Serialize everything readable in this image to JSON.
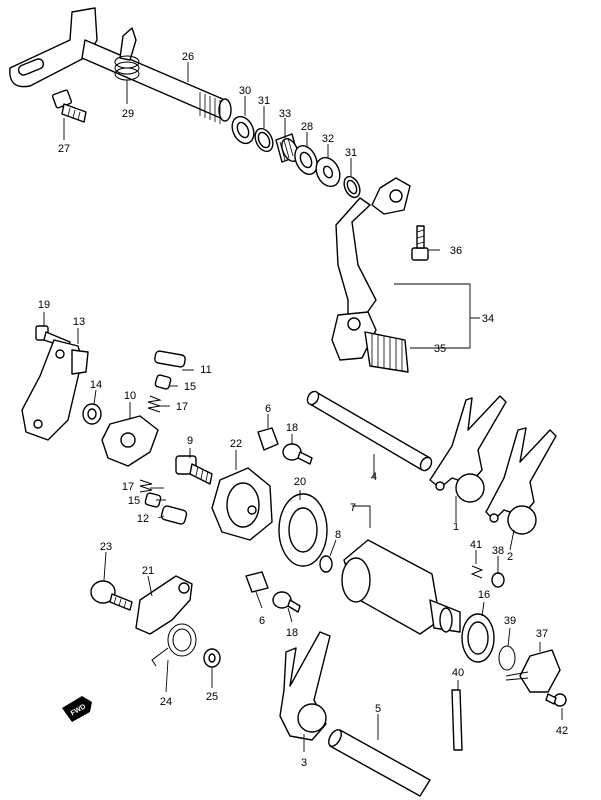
{
  "callouts": {
    "c1": "1",
    "c2": "2",
    "c3": "3",
    "c4": "4",
    "c5": "5",
    "c6a": "6",
    "c6b": "6",
    "c7": "7",
    "c8": "8",
    "c9": "9",
    "c10": "10",
    "c11": "11",
    "c12": "12",
    "c13": "13",
    "c14": "14",
    "c15a": "15",
    "c15b": "15",
    "c16": "16",
    "c17a": "17",
    "c17b": "17",
    "c18a": "18",
    "c18b": "18",
    "c19": "19",
    "c20": "20",
    "c21": "21",
    "c22": "22",
    "c23": "23",
    "c24": "24",
    "c25": "25",
    "c26": "26",
    "c27": "27",
    "c28": "28",
    "c29": "29",
    "c30": "30",
    "c31a": "31",
    "c31b": "31",
    "c32": "32",
    "c33": "33",
    "c34": "34",
    "c35": "35",
    "c36": "36",
    "c37": "37",
    "c38": "38",
    "c39": "39",
    "c40": "40",
    "c41": "41",
    "c42": "42"
  },
  "direction_marker": {
    "label": "FWD"
  },
  "colors": {
    "line": "#000000",
    "background": "#ffffff"
  }
}
